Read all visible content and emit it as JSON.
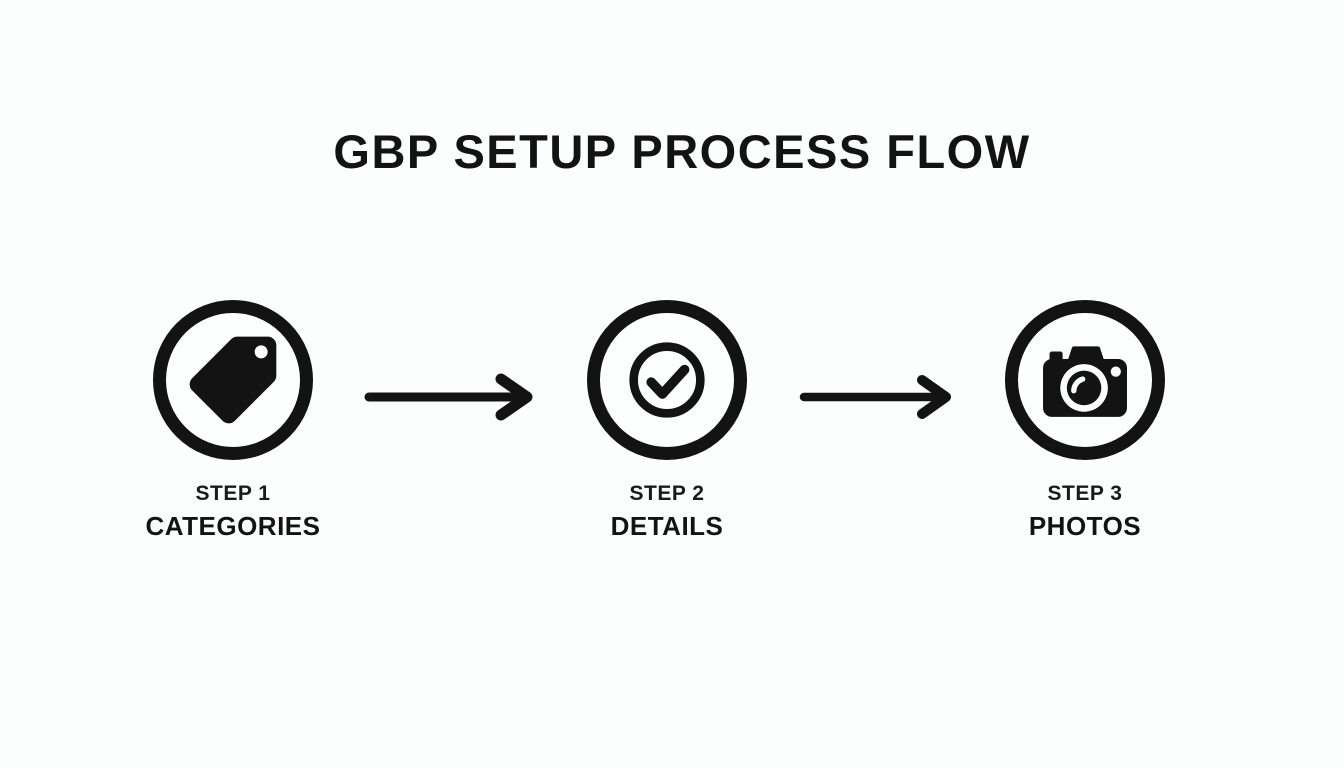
{
  "page": {
    "background_color": "#fcfdfd",
    "ink_color": "#131313"
  },
  "title": "GBP SETUP PROCESS FLOW",
  "steps": [
    {
      "step_label": "STEP 1",
      "name": "CATEGORIES",
      "icon": "tag-icon"
    },
    {
      "step_label": "STEP 2",
      "name": "DETAILS",
      "icon": "check-circle-icon"
    },
    {
      "step_label": "STEP 3",
      "name": "PHOTOS",
      "icon": "camera-icon"
    }
  ],
  "connectors": [
    {
      "type": "arrow-right",
      "from": "STEP 1",
      "to": "STEP 2"
    },
    {
      "type": "arrow-right",
      "from": "STEP 2",
      "to": "STEP 3"
    }
  ]
}
